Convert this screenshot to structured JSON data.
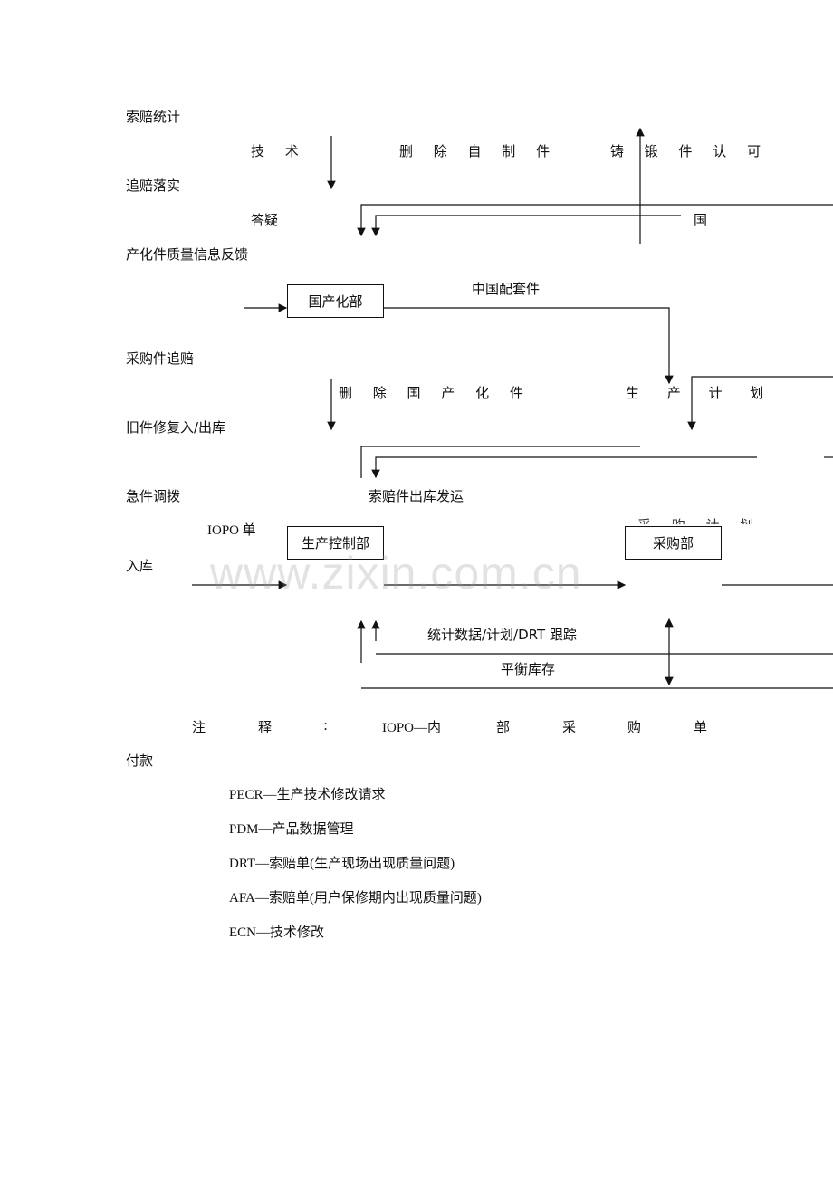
{
  "left_labels": [
    "索赔统计",
    "追赔落实",
    "产化件质量信息反馈",
    "采购件追赔",
    "旧件修复入/出库",
    "急件调拨",
    "入库",
    "付款"
  ],
  "diagram": {
    "tech": "技 术",
    "answer": "答疑",
    "delete_self_made": "删 除 自 制 件",
    "casting_approval": "铸 锻 件 认 可",
    "guo_fragment": "国",
    "china_parts": "中国配套件",
    "delete_localized": "删 除 国 产 化 件",
    "production_plan": "生 产 计 划",
    "claim_parts_shipping": "索赔件出库发运",
    "iopo_order": "IOPO 单",
    "purchase_plan_partial": "采 购 计 划",
    "stats_tracking": "统计数据/计划/DRT 跟踪",
    "balance_inventory": "平衡库存",
    "boxes": {
      "localization_dept": "国产化部",
      "production_control_dept": "生产控制部",
      "purchasing_dept": "采购部"
    }
  },
  "watermark": "www.zixin.com.cn",
  "notes": {
    "header": [
      "注",
      "释",
      ":",
      "IOPO—内",
      "部",
      "采",
      "购",
      "单"
    ],
    "items": [
      "PECR—生产技术修改请求",
      "PDM—产品数据管理",
      "DRT—索赔单(生产现场出现质量问题)",
      "AFA—索赔单(用户保修期内出现质量问题)",
      "ECN—技术修改"
    ]
  }
}
